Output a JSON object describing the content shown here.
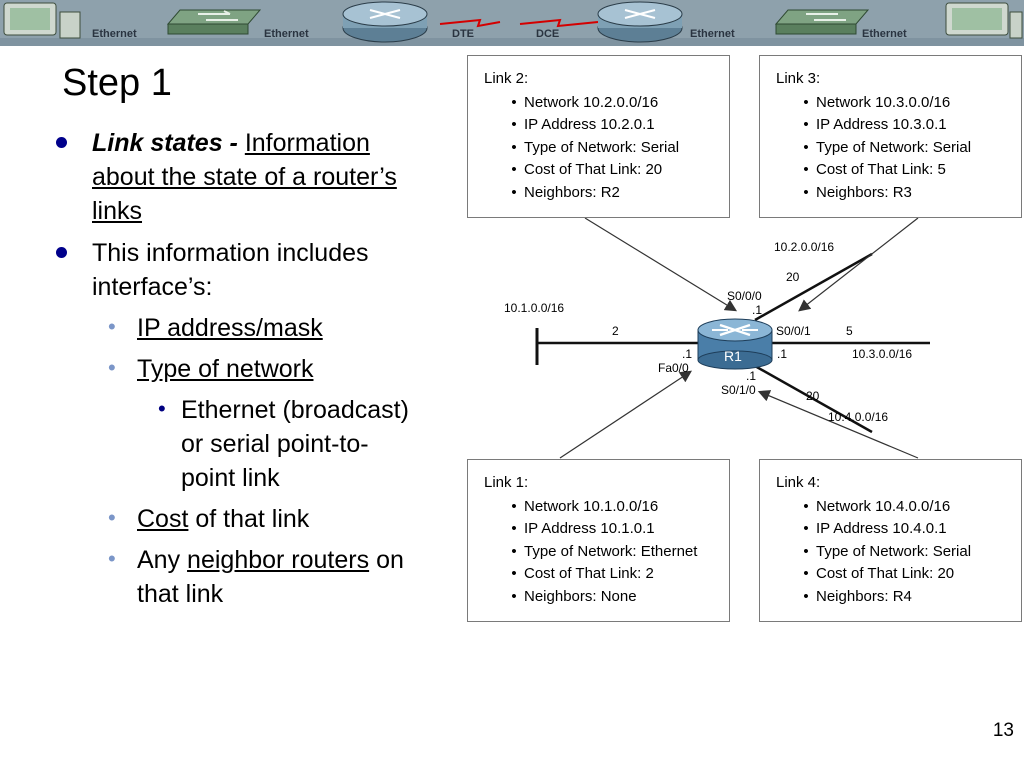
{
  "banner": {
    "labels": [
      "Ethernet",
      "Ethernet",
      "DTE",
      "DCE",
      "Ethernet",
      "Ethernet"
    ]
  },
  "slide": {
    "title": "Step 1",
    "bullet1": {
      "term": "Link states -",
      "text_line1": "Information",
      "text_line2": "about the state of a router’s",
      "text_line3": "links"
    },
    "bullet2": {
      "line1": "This information includes",
      "line2": "interface’s:"
    },
    "sub_ip": "IP address/mask",
    "sub_type": "Type of network",
    "subsub": {
      "line1": "Ethernet (broadcast)",
      "line2": "or serial point-to-",
      "line3": "point link"
    },
    "sub_cost_u": "Cost",
    "sub_cost_rest": "of that link",
    "sub_neighbor_pre": "Any",
    "sub_neighbor_u": "neighbor routers",
    "sub_neighbor_post": "on",
    "sub_neighbor_line2": "that link",
    "page_number": "13"
  },
  "diagram": {
    "link2": {
      "title": "Link 2:",
      "items": [
        "Network 10.2.0.0/16",
        "IP Address 10.2.0.1",
        "Type of Network: Serial",
        "Cost of That Link: 20",
        "Neighbors: R2"
      ]
    },
    "link3": {
      "title": "Link 3:",
      "items": [
        "Network 10.3.0.0/16",
        "IP Address 10.3.0.1",
        "Type of Network: Serial",
        "Cost of That Link: 5",
        "Neighbors: R3"
      ]
    },
    "link1": {
      "title": "Link 1:",
      "items": [
        "Network 10.1.0.0/16",
        "IP Address 10.1.0.1",
        "Type of Network: Ethernet",
        "Cost of That Link: 2",
        "Neighbors: None"
      ]
    },
    "link4": {
      "title": "Link 4:",
      "items": [
        "Network 10.4.0.0/16",
        "IP Address 10.4.0.1",
        "Type of Network: Serial",
        "Cost of That Link: 20",
        "Neighbors: R4"
      ]
    },
    "router": "R1",
    "labels": {
      "net_10_2": "10.2.0.0/16",
      "cost_20_top": "20",
      "s000": "S0/0/0",
      "s000_ip": ".1",
      "net_10_1": "10.1.0.0/16",
      "cost_2": "2",
      "s001": "S0/0/1",
      "cost_5": "5",
      "fa_ip": ".1",
      "fa00": "Fa0/0",
      "s001_ip": ".1",
      "net_10_3": "10.3.0.0/16",
      "s010_ip": ".1",
      "s010": "S0/1/0",
      "cost_20_bottom": "20",
      "net_10_4": "10.4.0.0/16"
    }
  }
}
